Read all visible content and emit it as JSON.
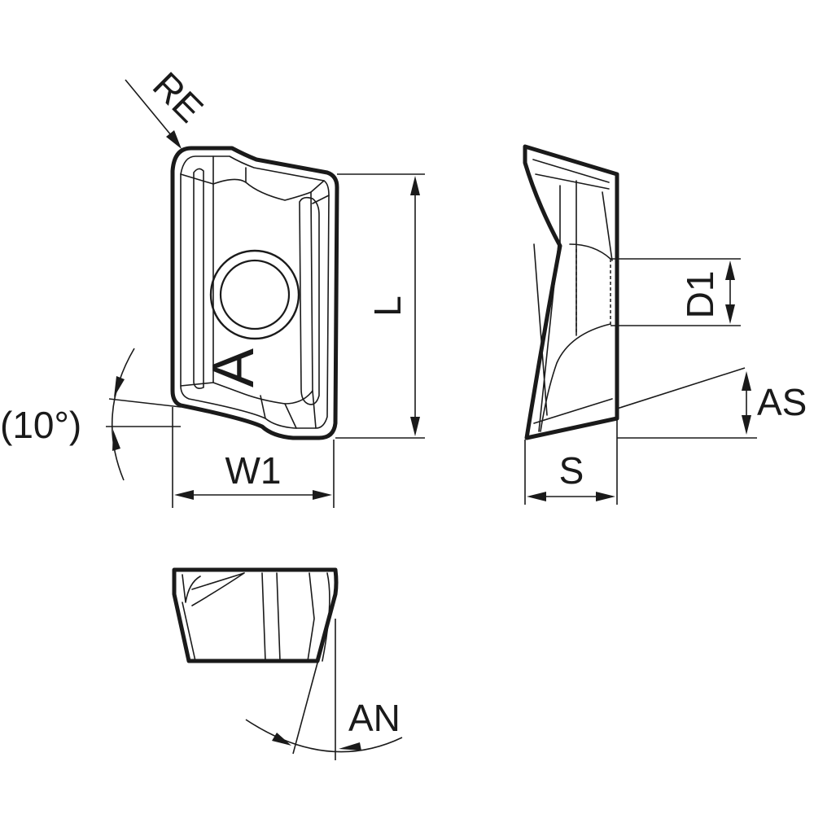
{
  "labels": {
    "corner_radius": "RE",
    "length": "L",
    "width": "W1",
    "angle": "(10°)",
    "hole_diameter": "D1",
    "clearance_angle_side": "AS",
    "thickness": "S",
    "clearance_angle_normal": "AN"
  },
  "insert_marking": "A"
}
